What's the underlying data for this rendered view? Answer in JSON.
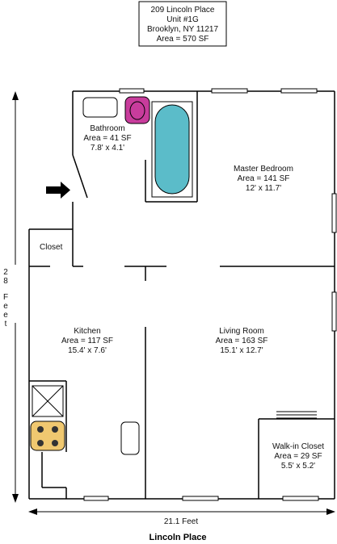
{
  "info_box": {
    "line1": "209 Lincoln Place",
    "line2": "Unit #1G",
    "line3": "Brooklyn, NY 11217",
    "line4": "Area = 570 SF"
  },
  "rooms": {
    "bathroom": {
      "name": "Bathroom",
      "area": "Area = 41 SF",
      "dims": "7.8' x 4.1'"
    },
    "master_bedroom": {
      "name": "Master Bedroom",
      "area": "Area = 141 SF",
      "dims": "12' x 11.7'"
    },
    "closet": {
      "name": "Closet"
    },
    "kitchen": {
      "name": "Kitchen",
      "area": "Area = 117 SF",
      "dims": "15.4' x 7.6'"
    },
    "living_room": {
      "name": "Living Room",
      "area": "Area = 163 SF",
      "dims": "15.1' x 12.7'"
    },
    "walkin_closet": {
      "name": "Walk-in Closet",
      "area": "Area = 29 SF",
      "dims": "5.5' x 5.2'"
    }
  },
  "dimensions": {
    "width_label": "21.1 Feet",
    "height_chars": [
      "2",
      "8",
      "",
      "F",
      "e",
      "e",
      "t"
    ]
  },
  "street_label": "Lincoln Place",
  "colors": {
    "wall": "#000000",
    "tub": "#5bbcc9",
    "toilet": "#c83c9c",
    "stove": "#f0c870"
  }
}
